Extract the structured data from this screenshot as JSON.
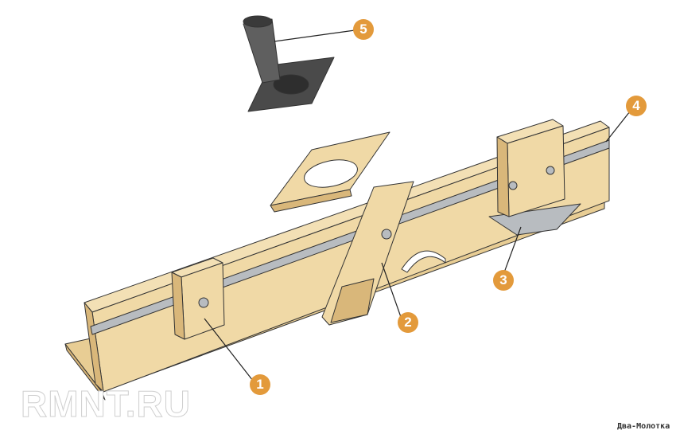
{
  "callouts": [
    "1",
    "2",
    "3",
    "4",
    "5"
  ],
  "watermarks": {
    "left": "RMNT.RU",
    "right": "Два-Молотка"
  },
  "colors": {
    "wood": "#f0d9a6",
    "wood_dark": "#d9b77a",
    "metal": "#b8bcc0",
    "rubber": "#4a4a4a",
    "callout": "#e39a3b"
  }
}
